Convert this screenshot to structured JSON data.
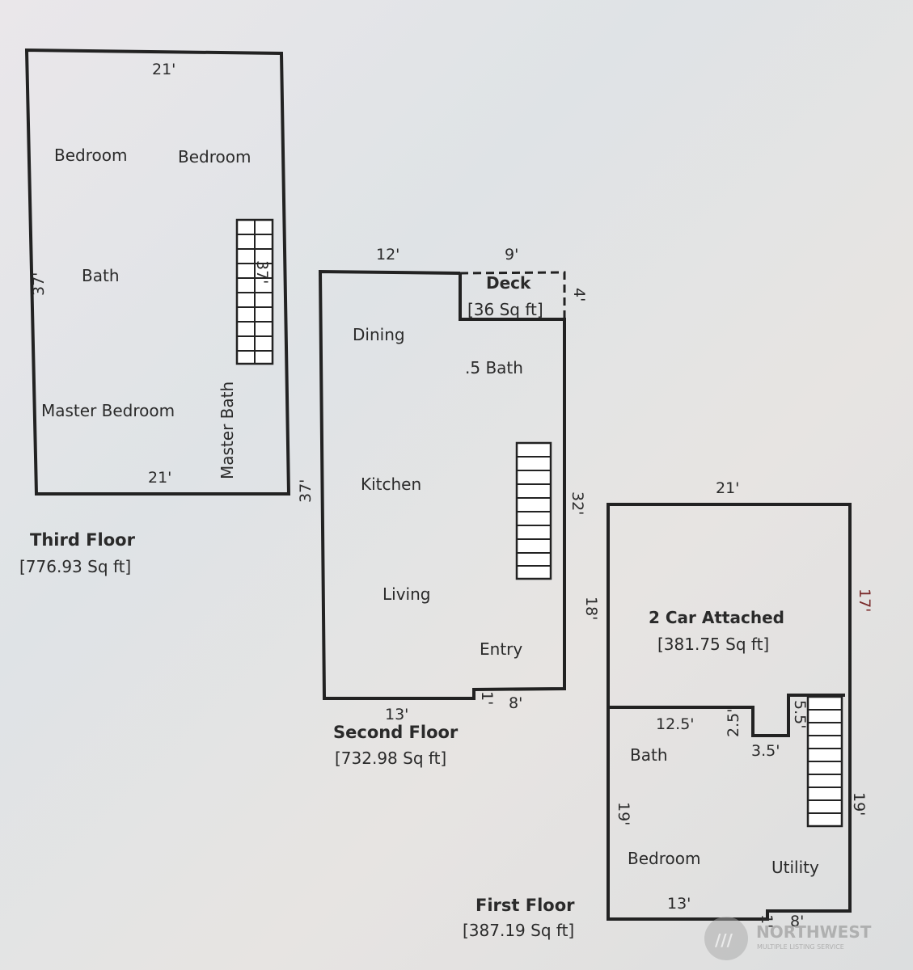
{
  "third_floor": {
    "title": "Third Floor",
    "area": "[776.93 Sq ft]",
    "rooms": [
      "Bedroom",
      "Bedroom",
      "Bath",
      "Master Bedroom",
      "Master Bath"
    ],
    "dims": {
      "top": "21'",
      "bottom": "21'",
      "left": "37'",
      "stair": "37'"
    }
  },
  "second_floor": {
    "title": "Second Floor",
    "area": "[732.98 Sq ft]",
    "rooms": [
      "Dining",
      ".5 Bath",
      "Kitchen",
      "Living",
      "Entry"
    ],
    "deck": {
      "label": "Deck",
      "area": "[36 Sq ft]"
    },
    "dims": {
      "top_left": "12'",
      "top_right": "9'",
      "deck_side": "4'",
      "left": "37'",
      "right_upper": "32'",
      "right_lower": "18'",
      "bottom_left": "13'",
      "bottom_step": "1'",
      "bottom_right": "8'"
    }
  },
  "first_floor": {
    "title": "First Floor",
    "area": "[387.19 Sq ft]",
    "garage": {
      "label": "2 Car Attached",
      "area": "[381.75 Sq ft]"
    },
    "rooms": [
      "Bath",
      "Bedroom",
      "Utility"
    ],
    "dims": {
      "top": "21'",
      "right_garage": "17'",
      "inner_a": "12.5'",
      "inner_b": "2.5'",
      "inner_c": "3.5'",
      "inner_d": "5.5'",
      "left": "19'",
      "right": "19'",
      "bottom_left": "13'",
      "bottom_step": "1'",
      "bottom_right": "8'"
    }
  },
  "watermark": {
    "brand": "NORTHWEST",
    "sub": "MULTIPLE LISTING SERVICE"
  },
  "colors": {
    "wall": "#222222",
    "background": "#e4e3e5"
  }
}
